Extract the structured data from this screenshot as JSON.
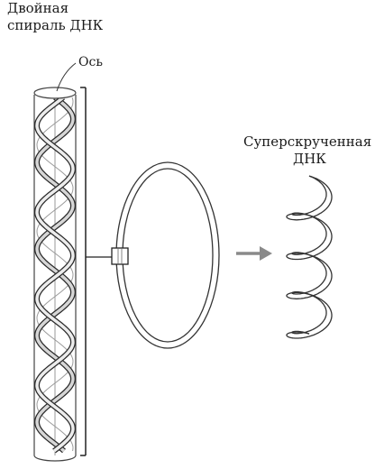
{
  "labels": {
    "double_helix_line1": "Двойная",
    "double_helix_line2": "спираль ДНК",
    "axis": "Ось",
    "supercoiled_line1": "Суперскрученная",
    "supercoiled_line2": "ДНК"
  },
  "colors": {
    "line": "#2a2a2a",
    "strand_fill": "#d6d6d6",
    "arrow": "#8a8a8a",
    "tube": "#444444"
  }
}
